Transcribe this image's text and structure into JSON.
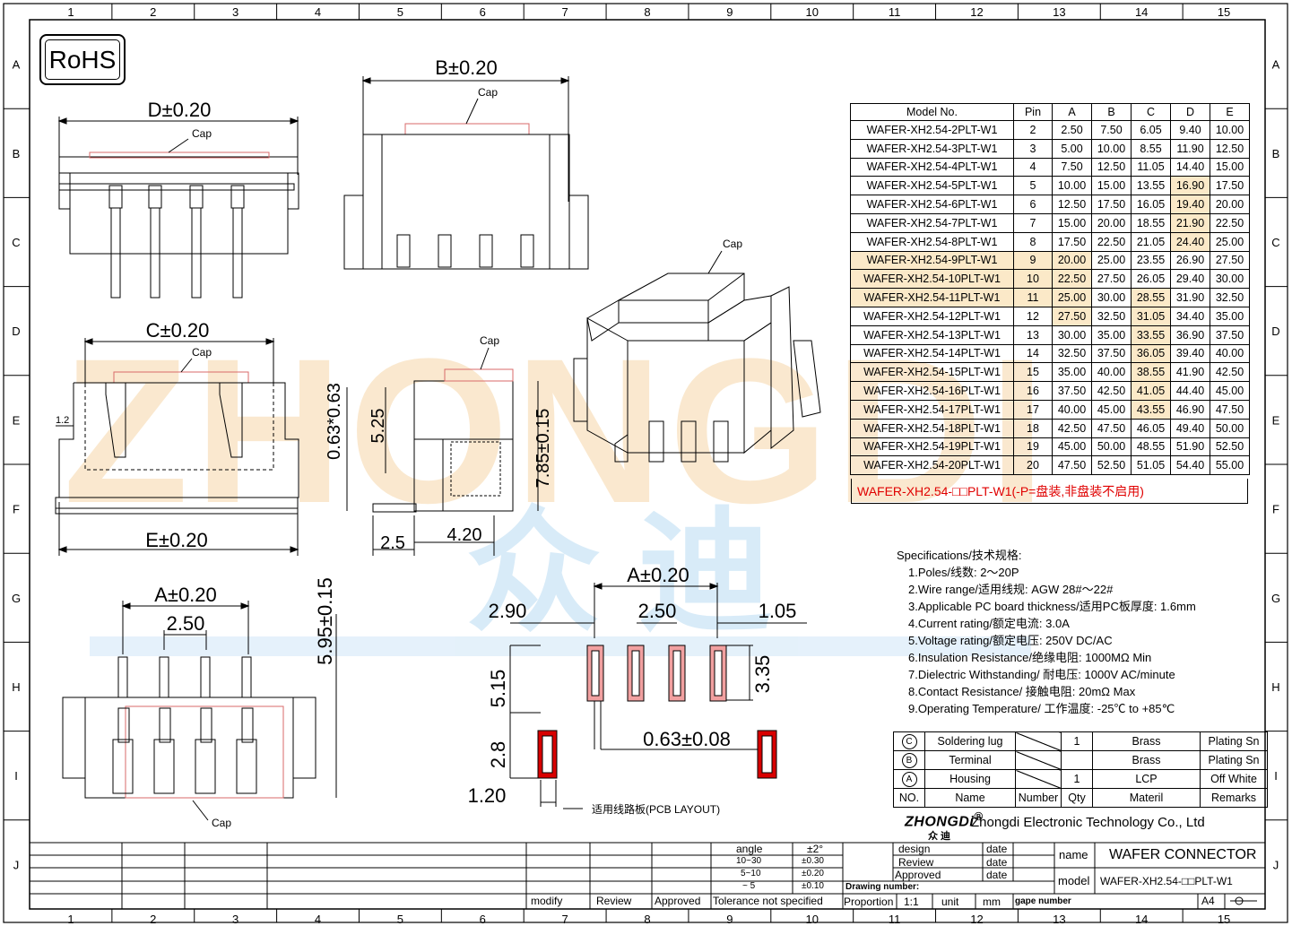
{
  "rohs": "RoHS",
  "grid": {
    "cols": [
      "1",
      "2",
      "3",
      "4",
      "5",
      "6",
      "7",
      "8",
      "9",
      "10",
      "11",
      "12",
      "13",
      "14",
      "15"
    ],
    "rows": [
      "A",
      "B",
      "C",
      "D",
      "E",
      "F",
      "G",
      "H",
      "I",
      "J"
    ]
  },
  "watermark": {
    "latin": "ZHONGDI",
    "cn": "众 迪"
  },
  "dims": {
    "d": "D±0.20",
    "b": "B±0.20",
    "c": "C±0.20",
    "e": "E±0.20",
    "a_front": "A±0.20",
    "pitch_front": "2.50",
    "height_front": "5.95±0.15",
    "side_063": "0.63*0.63",
    "side_525": "5.25",
    "side_785": "7.85±0.15",
    "side_25": "2.5",
    "side_420": "4.20",
    "left_12": "1.2",
    "pcb_a": "A±0.20",
    "pcb_290": "2.90",
    "pcb_250": "2.50",
    "pcb_105": "1.05",
    "pcb_515": "5.15",
    "pcb_335": "3.35",
    "pcb_28": "2.8",
    "pcb_063": "0.63±0.08",
    "pcb_120": "1.20",
    "pcb_caption": "适用线路板(PCB LAYOUT)",
    "cap": "Cap"
  },
  "model_table": {
    "headers": [
      "Model  No.",
      "Pin",
      "A",
      "B",
      "C",
      "D",
      "E"
    ],
    "rows": [
      [
        "WAFER-XH2.54-2PLT-W1",
        "2",
        "2.50",
        "7.50",
        "6.05",
        "9.40",
        "10.00"
      ],
      [
        "WAFER-XH2.54-3PLT-W1",
        "3",
        "5.00",
        "10.00",
        "8.55",
        "11.90",
        "12.50"
      ],
      [
        "WAFER-XH2.54-4PLT-W1",
        "4",
        "7.50",
        "12.50",
        "11.05",
        "14.40",
        "15.00"
      ],
      [
        "WAFER-XH2.54-5PLT-W1",
        "5",
        "10.00",
        "15.00",
        "13.55",
        "16.90",
        "17.50"
      ],
      [
        "WAFER-XH2.54-6PLT-W1",
        "6",
        "12.50",
        "17.50",
        "16.05",
        "19.40",
        "20.00"
      ],
      [
        "WAFER-XH2.54-7PLT-W1",
        "7",
        "15.00",
        "20.00",
        "18.55",
        "21.90",
        "22.50"
      ],
      [
        "WAFER-XH2.54-8PLT-W1",
        "8",
        "17.50",
        "22.50",
        "21.05",
        "24.40",
        "25.00"
      ],
      [
        "WAFER-XH2.54-9PLT-W1",
        "9",
        "20.00",
        "25.00",
        "23.55",
        "26.90",
        "27.50"
      ],
      [
        "WAFER-XH2.54-10PLT-W1",
        "10",
        "22.50",
        "27.50",
        "26.05",
        "29.40",
        "30.00"
      ],
      [
        "WAFER-XH2.54-11PLT-W1",
        "11",
        "25.00",
        "30.00",
        "28.55",
        "31.90",
        "32.50"
      ],
      [
        "WAFER-XH2.54-12PLT-W1",
        "12",
        "27.50",
        "32.50",
        "31.05",
        "34.40",
        "35.00"
      ],
      [
        "WAFER-XH2.54-13PLT-W1",
        "13",
        "30.00",
        "35.00",
        "33.55",
        "36.90",
        "37.50"
      ],
      [
        "WAFER-XH2.54-14PLT-W1",
        "14",
        "32.50",
        "37.50",
        "36.05",
        "39.40",
        "40.00"
      ],
      [
        "WAFER-XH2.54-15PLT-W1",
        "15",
        "35.00",
        "40.00",
        "38.55",
        "41.90",
        "42.50"
      ],
      [
        "WAFER-XH2.54-16PLT-W1",
        "16",
        "37.50",
        "42.50",
        "41.05",
        "44.40",
        "45.00"
      ],
      [
        "WAFER-XH2.54-17PLT-W1",
        "17",
        "40.00",
        "45.00",
        "43.55",
        "46.90",
        "47.50"
      ],
      [
        "WAFER-XH2.54-18PLT-W1",
        "18",
        "42.50",
        "47.50",
        "46.05",
        "49.40",
        "50.00"
      ],
      [
        "WAFER-XH2.54-19PLT-W1",
        "19",
        "45.00",
        "50.00",
        "48.55",
        "51.90",
        "52.50"
      ],
      [
        "WAFER-XH2.54-20PLT-W1",
        "20",
        "47.50",
        "52.50",
        "51.05",
        "54.40",
        "55.00"
      ]
    ],
    "code_note": "WAFER-XH2.54-□□PLT-W1(-P=盘装,非盘装不启用)"
  },
  "specs": {
    "title": "Specifications/技术规格:",
    "items": [
      "1.Poles/线数:  2～20P",
      "2.Wire range/适用线规:  AGW 28#～22#",
      "3.Applicable PC board thickness/适用PC板厚度:  1.6mm",
      "4.Current rating/额定电流:  3.0A",
      "5.Voltage rating/额定电压:  250V DC/AC",
      "6.Insulation Resistance/绝缘电阻:   1000MΩ Min",
      "7.Dielectric Withstanding/ 耐电压:   1000V AC/minute",
      "8.Contact Resistance/ 接触电阻:  20mΩ  Max",
      "9.Operating Temperature/  工作温度:  -25℃  to +85℃"
    ]
  },
  "bom": {
    "rows": [
      {
        "no": "C",
        "name": "Soldering  lug",
        "number": "",
        "qty": "1",
        "material": "Brass",
        "remarks": "Plating  Sn"
      },
      {
        "no": "B",
        "name": "Terminal",
        "number": "",
        "qty": "",
        "material": "Brass",
        "remarks": "Plating  Sn"
      },
      {
        "no": "A",
        "name": "Housing",
        "number": "",
        "qty": "1",
        "material": "LCP",
        "remarks": "Off  White"
      }
    ],
    "header": {
      "no": "NO.",
      "name": "Name",
      "number": "Number",
      "qty": "Qty",
      "material": "Materil",
      "remarks": "Remarks"
    }
  },
  "company": {
    "logo": "ZHONGDi",
    "logo_mark": "®",
    "logo_cn": "众 迪",
    "name": "Zhongdi Electronic Technology Co., Ltd"
  },
  "title_block": {
    "angle": "angle",
    "pm2": "±2°",
    "tol_rows": [
      [
        "10~30",
        "±0.30"
      ],
      [
        "5~10",
        "±0.20"
      ],
      [
        "~ 5",
        "±0.10"
      ]
    ],
    "modify": "modify",
    "review_col": "Review",
    "approved_col": "Approved",
    "tolerance": "Tolerance  not  specified",
    "design": "design",
    "review": "Review",
    "approved": "Approved",
    "date": "date",
    "drawing_number": "Drawing  number:",
    "proportion": "Proportion",
    "ratio": "1:1",
    "unit": "unit",
    "mm": "mm",
    "gape_number": "gape  number",
    "name_label": "name",
    "name_value": "WAFER  CONNECTOR",
    "model_label": "model",
    "model_value": "WAFER-XH2.54-□□PLT-W1",
    "size": "A4"
  }
}
